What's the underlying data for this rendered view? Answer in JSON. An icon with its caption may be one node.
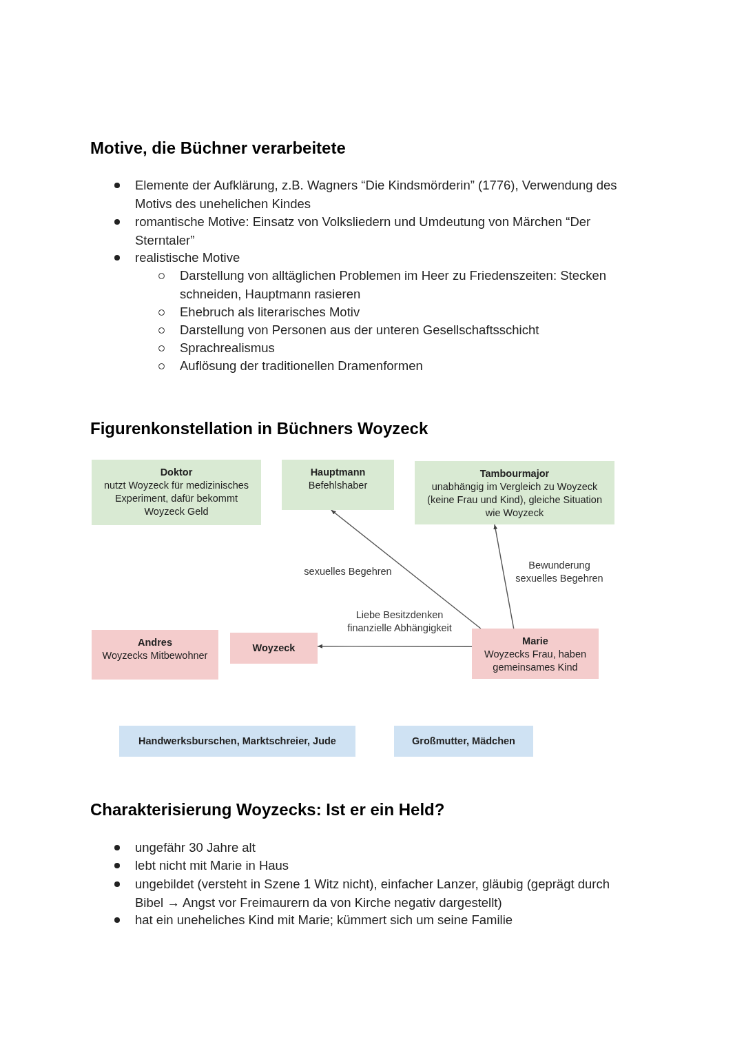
{
  "diagram": {
    "title": "Motive, die Büchner verarbeitete",
    "nodes": [
      {
        "text": [
          "Doktor",
          "nutzt Woyzeck für medizinisches Experiment, dafür bekommt Woyzeck Geld"
        ]
      },
      {
        "text": [
          "Hauptmann",
          "Befehlshaber"
        ]
      },
      {
        "text": [
          "Tambourmajor",
          "unabhängig im Vergleich zu Woyzeck (keine Frau und Kind), gleiche Situation wie Woyzeck"
        ]
      },
      {
        "text": [
          "Andres",
          "Woyzecks Mitbewohner"
        ]
      },
      {
        "text": [
          "Woyzeck"
        ]
      },
      {
        "text": [
          "Marie",
          "Woyzecks Frau, haben gemeinsames Kind"
        ]
      },
      {
        "text": [
          "Handwerksburschen, Marktschreier, Jude"
        ]
      },
      {
        "text": [
          "Großmutter, Mädchen"
        ]
      }
    ],
    "edges": [
      {
        "from": 5,
        "to": 1,
        "arrow": "to",
        "label": "sexuelles Begehren"
      },
      {
        "from": 5,
        "to": 2,
        "arrow": "to",
        "label": "Bewunderung sexuelles Begehren"
      },
      {
        "from": 5,
        "to": 4,
        "arrow": "to",
        "label": "Liebe Besitzdenken finanzielle Abhängigkeit"
      }
    ],
    "labels": [
      "Elemente der Aufklärung, z.B. Wagners “Die Kindsmörderin” (1776), Verwendung des Motivs des unehelichen Kindes",
      "romantische Motive: Einsatz von Volksliedern und Umdeutung von Märchen “Der Sterntaler”",
      "realistische Motive",
      "Darstellung von alltäglichen Problemen im Heer zu Friedenszeiten: Stecken schneiden, Hauptmann rasieren",
      "Ehebruch als literarisches Motiv",
      "Darstellung von Personen aus der unteren Gesellschaftsschicht",
      "Sprachrealismus",
      "Auflösung der traditionellen Dramenformen",
      "Figurenkonstellation in Büchners Woyzeck",
      "Charakterisierung Woyzecks: Ist er ein Held?",
      "ungefähr 30 Jahre alt",
      "lebt nicht mit Marie in Haus",
      "ungebildet (versteht in Szene 1 Witz nicht), einfacher Lanzer, gläubig (geprägt durch Bibel → Angst vor Freimaurern da von Kirche negativ dargestellt)",
      "hat ein uneheliches Kind mit Marie; kümmert sich um seine Familie"
    ]
  }
}
